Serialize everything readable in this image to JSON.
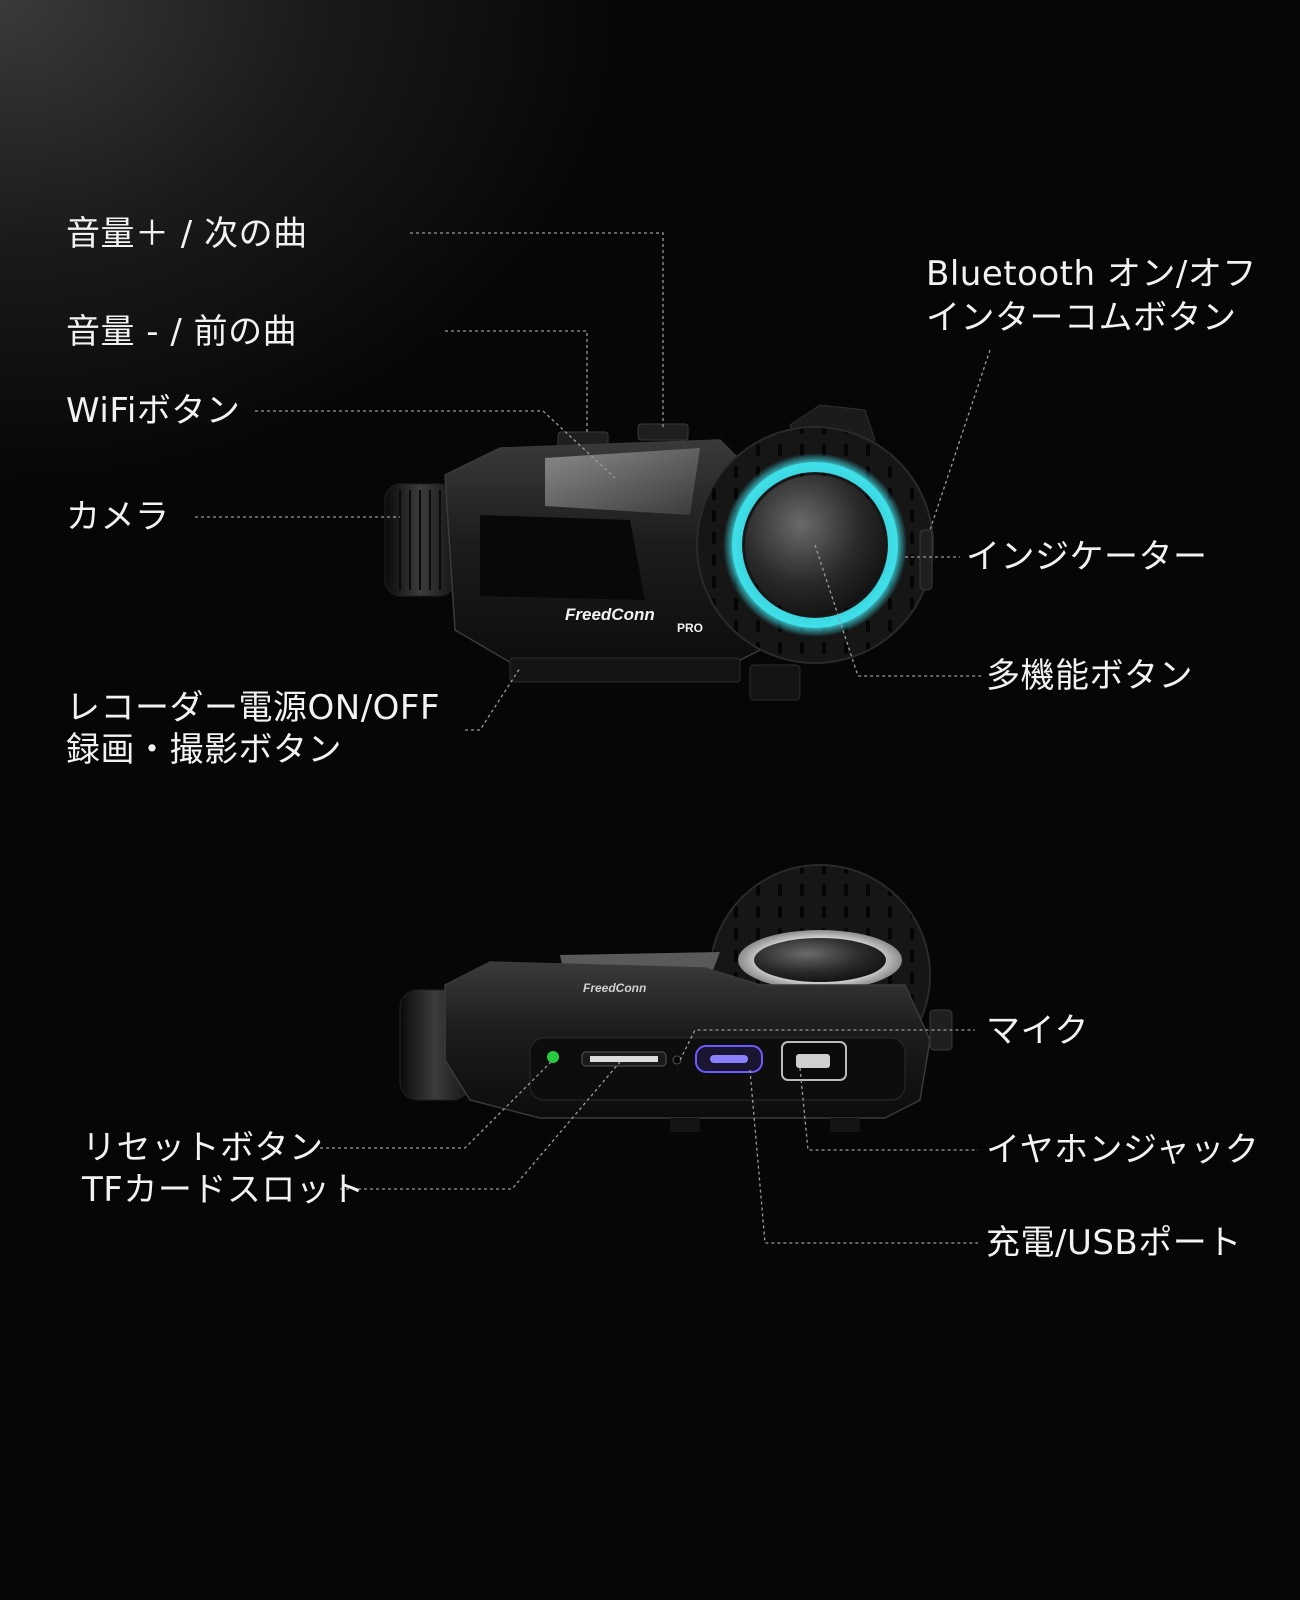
{
  "callouts_top": {
    "volume_up": "音量＋ / 次の曲",
    "volume_down": "音量 - / 前の曲",
    "wifi": "WiFiボタン",
    "camera": "カメラ",
    "recorder_line1": "レコーダー電源ON/OFF",
    "recorder_line2": "録画・撮影ボタン",
    "bluetooth_line1": "Bluetooth オン/オフ",
    "bluetooth_line2": "インターコムボタン",
    "indicator": "インジケーター",
    "multifunction": "多機能ボタン"
  },
  "callouts_bottom": {
    "mic": "マイク",
    "reset": "リセットボタン",
    "tf_slot": "TFカードスロット",
    "earphone": "イヤホンジャック",
    "usb": "充電/USBポート"
  },
  "device": {
    "brand": "FreedConn",
    "model_badge": "PRO"
  },
  "colors": {
    "ring_glow": "#3fe0ea",
    "led_green": "#27c93f",
    "usb_port": "#6a5cff"
  }
}
